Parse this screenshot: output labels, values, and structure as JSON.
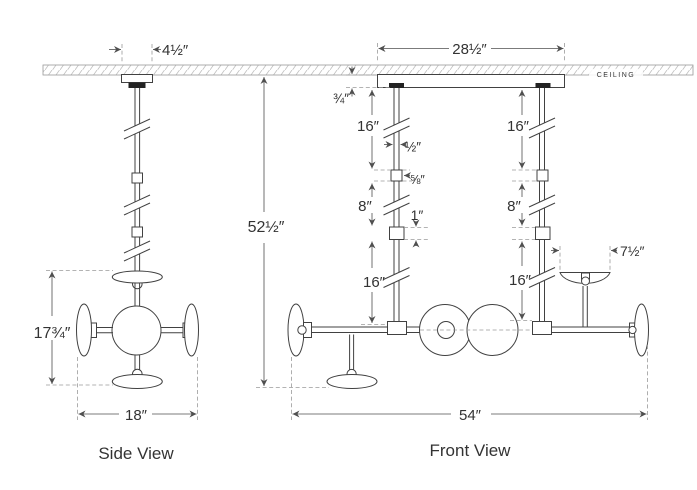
{
  "colors": {
    "line": "#414141",
    "dimension": "#4f4f4f",
    "dashed": "#9a9a9a",
    "hatch": "#c0c0c0",
    "ceiling_text": "#c8c8c8",
    "text": "#333333"
  },
  "ceiling": {
    "label": "CEILING"
  },
  "side_view": {
    "title": "Side View",
    "dimensions": {
      "canopy_width": "4½″",
      "body_height": "17¾″",
      "body_width": "18″"
    }
  },
  "front_view": {
    "title": "Front View",
    "dimensions": {
      "backplate_width": "28½″",
      "backplate_thickness": "¾″",
      "left_rod_upper": "16″",
      "rod_diameter": "½″",
      "connector_diameter": "⅝″",
      "left_rod_mid": "8″",
      "coupler_diameter": "1″",
      "left_rod_lower": "16″",
      "right_rod_upper": "16″",
      "right_rod_mid": "8″",
      "right_rod_lower": "16″",
      "shade_diameter": "7½″",
      "overall_drop": "52½″",
      "overall_width": "54″"
    }
  }
}
